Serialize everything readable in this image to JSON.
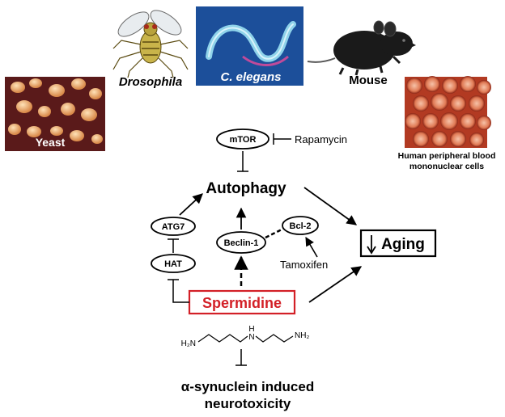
{
  "organisms": {
    "yeast": "Yeast",
    "drosophila": "Drosophila",
    "c_elegans": "C. elegans",
    "mouse": "Mouse",
    "pbmc_line1": "Human peripheral blood",
    "pbmc_line2": "mononuclear cells"
  },
  "nodes": {
    "mtor": "mTOR",
    "rapamycin": "Rapamycin",
    "autophagy": "Autophagy",
    "atg7": "ATG7",
    "hat": "HAT",
    "beclin1": "Beclin-1",
    "bcl2": "Bcl-2",
    "tamoxifen": "Tamoxifen",
    "aging": "Aging",
    "spermidine": "Spermidine",
    "outcome_line1": "α-synuclein induced",
    "outcome_line2": "neurotoxicity"
  },
  "structure": {
    "h2n": "H₂N",
    "n": "N",
    "h": "H",
    "nh2": "NH₂"
  },
  "colors": {
    "spermidine": "#d32027",
    "yeast_bg": "#5a1a1a",
    "yeast_cell": "#e9a870",
    "elegans_bg": "#1c4f9a",
    "elegans_worm": "#8fd3ea",
    "pbmc_bg": "#b23a22",
    "mouse": "#1a1a1a"
  }
}
